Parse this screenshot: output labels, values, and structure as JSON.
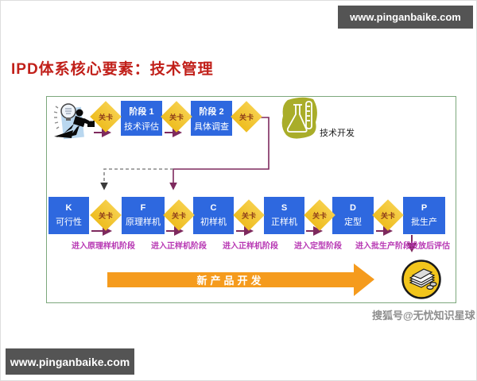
{
  "page": {
    "top_bar": {
      "text": "www.pinganbaike.com"
    },
    "bottom_bar": {
      "text": "www.pinganbaike.com"
    },
    "title": "IPD体系核心要素：技术管理",
    "watermark": "搜狐号@无忧知识星球"
  },
  "diagram": {
    "top_row": {
      "gates": [
        "关卡",
        "关卡",
        "关卡"
      ],
      "stages": [
        {
          "line1": "阶段 1",
          "line2": "技术评估"
        },
        {
          "line1": "阶段 2",
          "line2": "具体调查"
        }
      ],
      "tech_dev_label": "技术开发"
    },
    "mid_row": {
      "gates": [
        "关卡",
        "关卡",
        "关卡",
        "关卡",
        "关卡"
      ],
      "boxes": [
        {
          "letter": "K",
          "name": "可行性"
        },
        {
          "letter": "F",
          "name": "原理样机"
        },
        {
          "letter": "C",
          "name": "初样机"
        },
        {
          "letter": "S",
          "name": "正样机"
        },
        {
          "letter": "D",
          "name": "定型"
        },
        {
          "letter": "P",
          "name": "批生产"
        }
      ],
      "transition_labels": [
        "进入原理样机阶段",
        "进入正样机阶段",
        "进入正样机阶段",
        "进入定型阶段",
        "进入批生产阶段",
        "投放后评估"
      ]
    },
    "bottom_arrow_label": "新产品开发",
    "icons": [
      "idea-person-icon",
      "flask-icon",
      "money-icon"
    ],
    "colors": {
      "stage_box_blue": "#2e68df",
      "gate_yellow": "#eec02a",
      "transition_magenta": "#b737b3",
      "connector_purple": "#7e2a5e",
      "new_product_orange": "#f59b1d",
      "frame_green": "#7ca87c",
      "title_red": "#c1201a",
      "banner_gray": "#545454"
    }
  }
}
